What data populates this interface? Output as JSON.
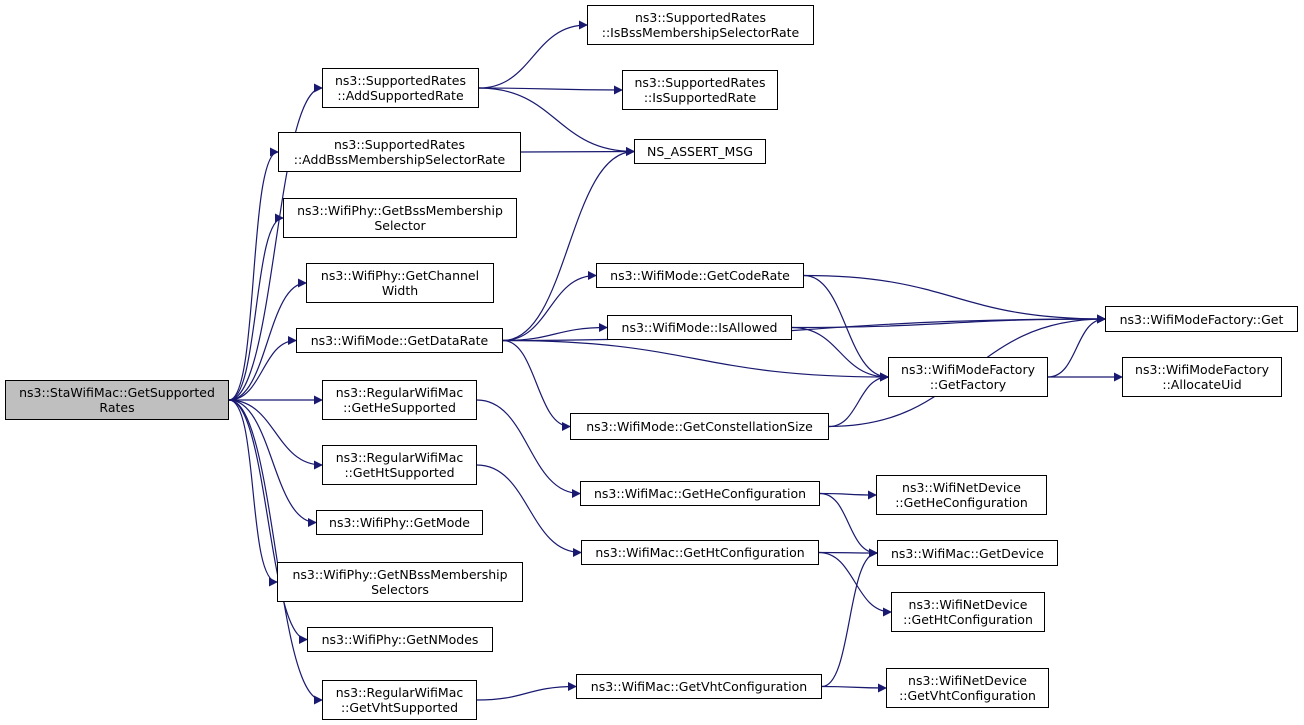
{
  "colors": {
    "edge": "#191970",
    "border": "#000000",
    "root_fill": "#bfbfbf",
    "node_fill": "#ffffff"
  },
  "nodes": {
    "root": {
      "l1": "ns3::StaWifiMac::GetSupported",
      "l2": "Rates"
    },
    "addRate": {
      "l1": "ns3::SupportedRates",
      "l2": "::AddSupportedRate"
    },
    "addBss": {
      "l1": "ns3::SupportedRates",
      "l2": "::AddBssMembershipSelectorRate"
    },
    "getBssSel": {
      "l1": "ns3::WifiPhy::GetBssMembership",
      "l2": "Selector"
    },
    "chanWidth": {
      "l1": "ns3::WifiPhy::GetChannel",
      "l2": "Width"
    },
    "dataRate": {
      "l1": "ns3::WifiMode::GetDataRate"
    },
    "heSup": {
      "l1": "ns3::RegularWifiMac",
      "l2": "::GetHeSupported"
    },
    "htSup": {
      "l1": "ns3::RegularWifiMac",
      "l2": "::GetHtSupported"
    },
    "getMode": {
      "l1": "ns3::WifiPhy::GetMode"
    },
    "nBss": {
      "l1": "ns3::WifiPhy::GetNBssMembership",
      "l2": "Selectors"
    },
    "nModes": {
      "l1": "ns3::WifiPhy::GetNModes"
    },
    "vhtSup": {
      "l1": "ns3::RegularWifiMac",
      "l2": "::GetVhtSupported"
    },
    "isBssRate": {
      "l1": "ns3::SupportedRates",
      "l2": "::IsBssMembershipSelectorRate"
    },
    "isSupRate": {
      "l1": "ns3::SupportedRates",
      "l2": "::IsSupportedRate"
    },
    "assertMsg": {
      "l1": "NS_ASSERT_MSG"
    },
    "codeRate": {
      "l1": "ns3::WifiMode::GetCodeRate"
    },
    "isAllowed": {
      "l1": "ns3::WifiMode::IsAllowed"
    },
    "constSize": {
      "l1": "ns3::WifiMode::GetConstellationSize"
    },
    "heConf": {
      "l1": "ns3::WifiMac::GetHeConfiguration"
    },
    "htConf": {
      "l1": "ns3::WifiMac::GetHtConfiguration"
    },
    "vhtConf": {
      "l1": "ns3::WifiMac::GetVhtConfiguration"
    },
    "factoryGet": {
      "l1": "ns3::WifiModeFactory::Get"
    },
    "getFactory": {
      "l1": "ns3::WifiModeFactory",
      "l2": "::GetFactory"
    },
    "allocUid": {
      "l1": "ns3::WifiModeFactory",
      "l2": "::AllocateUid"
    },
    "ndHeConf": {
      "l1": "ns3::WifiNetDevice",
      "l2": "::GetHeConfiguration"
    },
    "getDevice": {
      "l1": "ns3::WifiMac::GetDevice"
    },
    "ndHtConf": {
      "l1": "ns3::WifiNetDevice",
      "l2": "::GetHtConfiguration"
    },
    "ndVhtConf": {
      "l1": "ns3::WifiNetDevice",
      "l2": "::GetVhtConfiguration"
    }
  },
  "edges": [
    [
      "root",
      "addRate"
    ],
    [
      "root",
      "addBss"
    ],
    [
      "root",
      "getBssSel"
    ],
    [
      "root",
      "chanWidth"
    ],
    [
      "root",
      "dataRate"
    ],
    [
      "root",
      "heSup"
    ],
    [
      "root",
      "htSup"
    ],
    [
      "root",
      "getMode"
    ],
    [
      "root",
      "nBss"
    ],
    [
      "root",
      "nModes"
    ],
    [
      "root",
      "vhtSup"
    ],
    [
      "addRate",
      "isBssRate"
    ],
    [
      "addRate",
      "isSupRate"
    ],
    [
      "addRate",
      "assertMsg"
    ],
    [
      "addBss",
      "assertMsg"
    ],
    [
      "dataRate",
      "assertMsg"
    ],
    [
      "dataRate",
      "codeRate"
    ],
    [
      "dataRate",
      "isAllowed"
    ],
    [
      "dataRate",
      "getFactory"
    ],
    [
      "dataRate",
      "constSize"
    ],
    [
      "dataRate",
      "factoryGet"
    ],
    [
      "codeRate",
      "factoryGet"
    ],
    [
      "codeRate",
      "getFactory"
    ],
    [
      "isAllowed",
      "factoryGet"
    ],
    [
      "isAllowed",
      "getFactory"
    ],
    [
      "constSize",
      "getFactory"
    ],
    [
      "constSize",
      "factoryGet"
    ],
    [
      "getFactory",
      "factoryGet"
    ],
    [
      "getFactory",
      "allocUid"
    ],
    [
      "heSup",
      "heConf"
    ],
    [
      "htSup",
      "htConf"
    ],
    [
      "vhtSup",
      "vhtConf"
    ],
    [
      "heConf",
      "ndHeConf"
    ],
    [
      "heConf",
      "getDevice"
    ],
    [
      "htConf",
      "getDevice"
    ],
    [
      "htConf",
      "ndHtConf"
    ],
    [
      "vhtConf",
      "getDevice"
    ],
    [
      "vhtConf",
      "ndVhtConf"
    ]
  ]
}
